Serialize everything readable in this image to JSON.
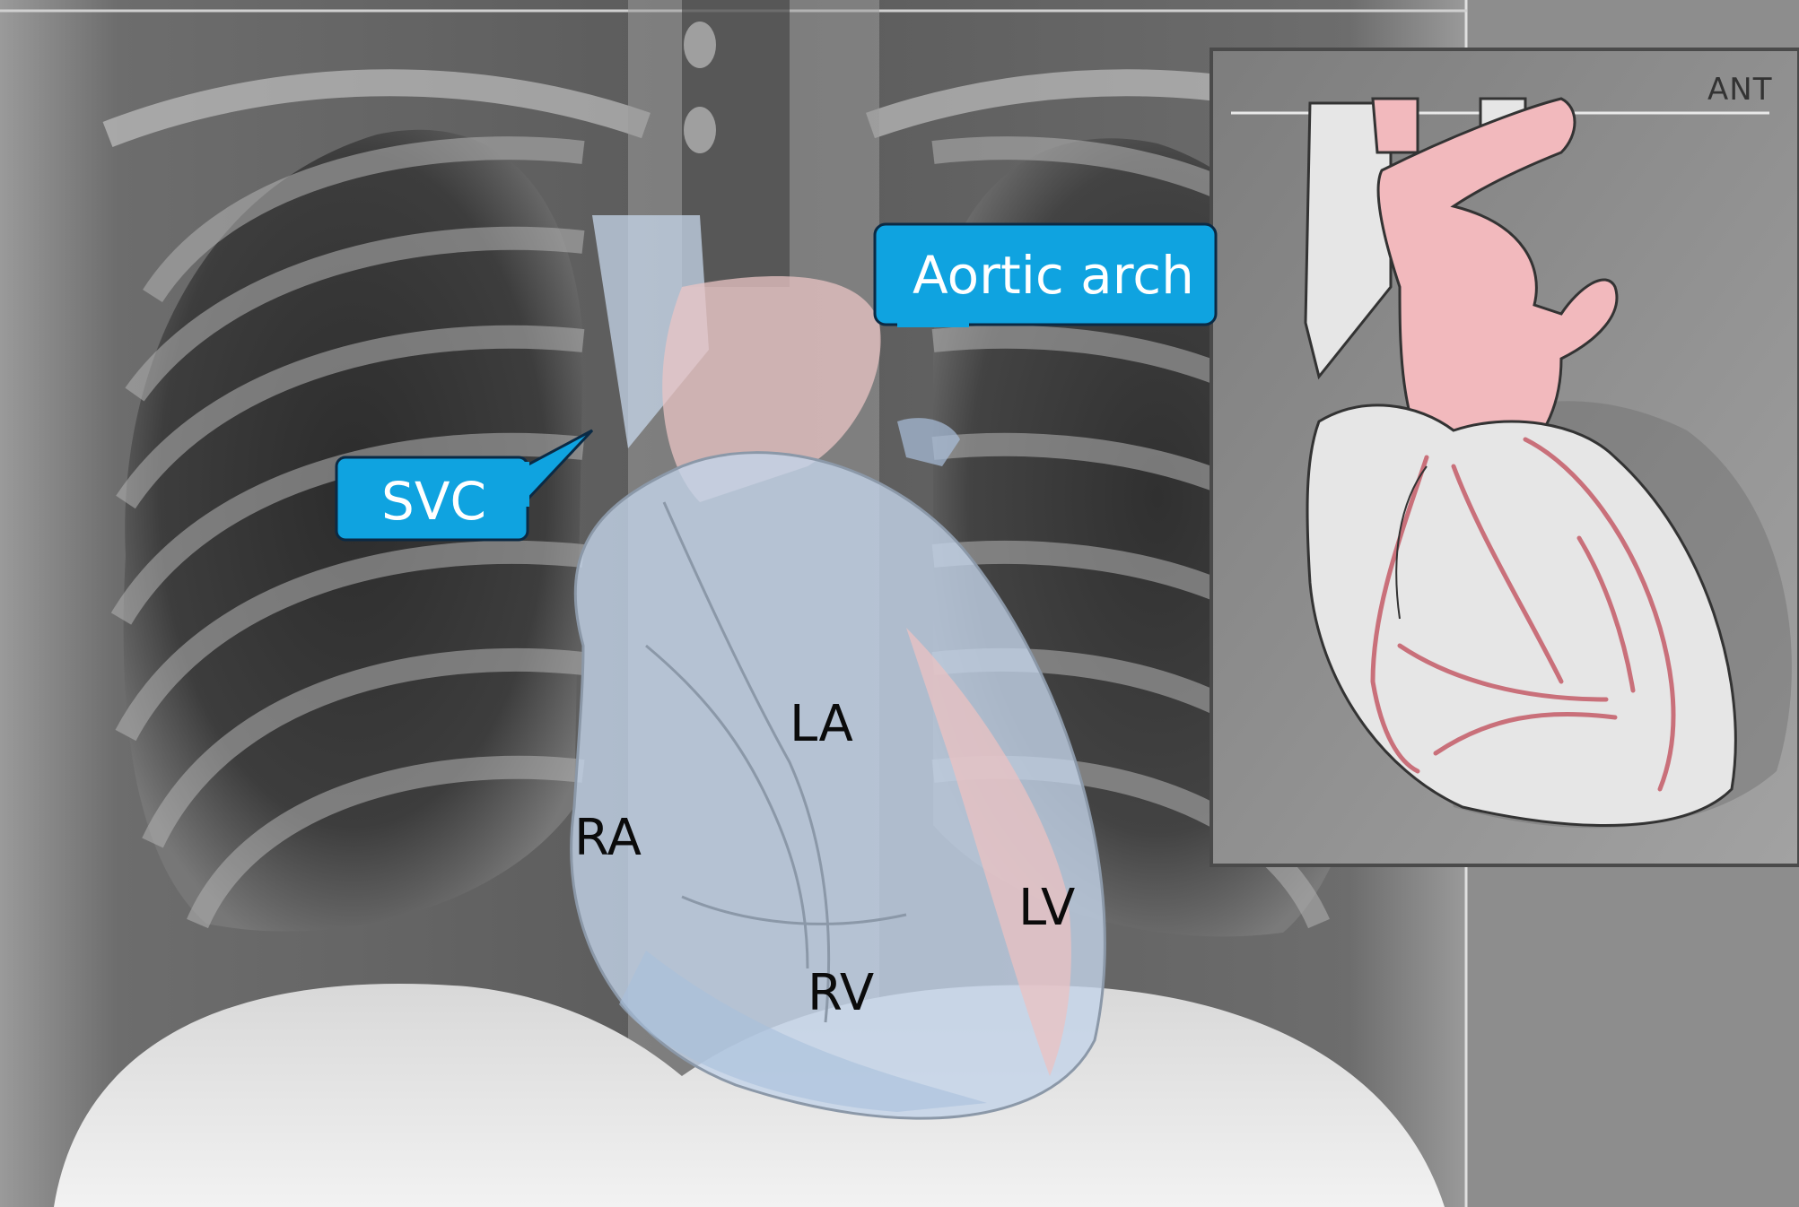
{
  "labels": {
    "svc": "SVC",
    "aortic_arch": "Aortic arch",
    "la": "LA",
    "ra": "RA",
    "lv": "LV",
    "rv": "RV",
    "inset_ant": "ANT"
  },
  "colors": {
    "callout_fill": "#0fa3e0",
    "callout_border": "#0b2a44",
    "heart_blue": "#b9cde6",
    "heart_pink": "#e8bcbc",
    "inset_bg": "#8f8f8f",
    "inset_heart": "#e6e6e6",
    "inset_pink": "#f2b9bd",
    "vessel_red": "#c9707a"
  }
}
